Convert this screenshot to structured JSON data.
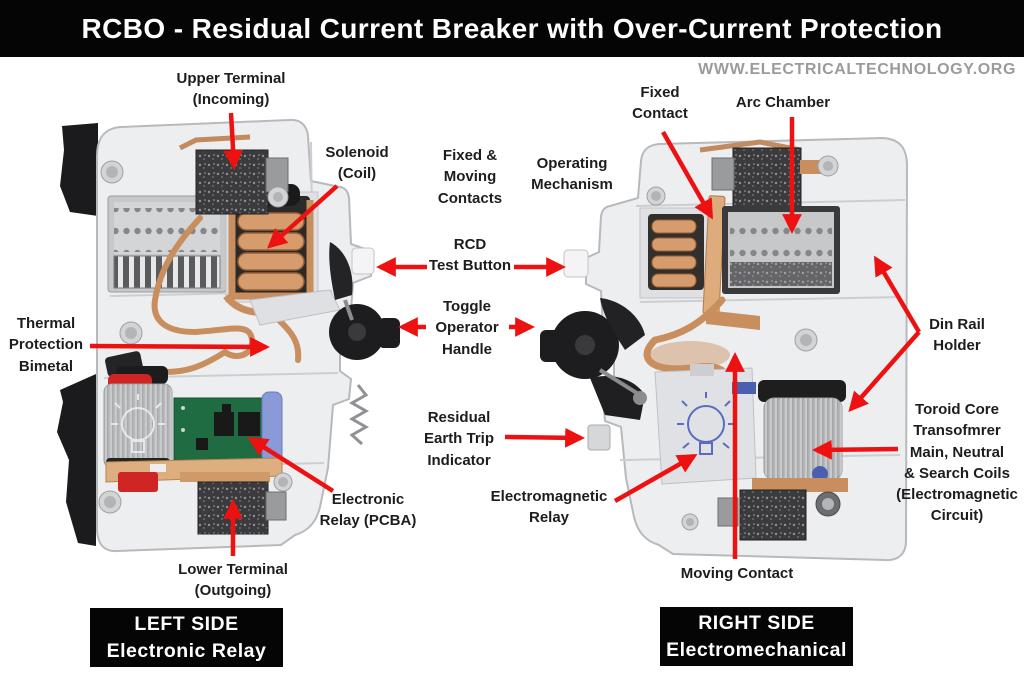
{
  "title": "RCBO - Residual Current Breaker with Over-Current Protection",
  "watermark": "WWW.ELECTRICALTECHNOLOGY.ORG",
  "callouts": {
    "upper_terminal": "Upper Terminal\n(Incoming)",
    "solenoid": "Solenoid\n(Coil)",
    "thermal": "Thermal\nProtection\nBimetal",
    "electronic_relay": "Electronic\nRelay (PCBA)",
    "lower_terminal": "Lower Terminal\n(Outgoing)",
    "fixed_moving": "Fixed &\nMoving\nContacts",
    "rcd_test": "RCD\nTest Button",
    "toggle": "Toggle\nOperator\nHandle",
    "residual": "Residual\nEarth Trip\nIndicator",
    "em_relay": "Electromagnetic\nRelay",
    "fixed_contact": "Fixed\nContact",
    "arc_chamber": "Arc Chamber",
    "operating": "Operating\nMechanism",
    "din_rail": "Din Rail\nHolder",
    "toroid": "Toroid Core\nTransofmrer\nMain, Neutral\n& Search Coils\n(Electromagnetic\nCircuit)",
    "moving_contact": "Moving Contact"
  },
  "panels": {
    "left": {
      "title": "LEFT  SIDE",
      "subtitle": "Electronic  Relay"
    },
    "right": {
      "title": "RIGHT SIDE",
      "subtitle": "Electromechanical"
    }
  },
  "colors": {
    "banner_bg": "#050505",
    "arrow_red": "#ee1111",
    "label_text": "#1d1d1d",
    "watermark_gray": "#9b9b9b",
    "body_plastic": "#edeef0",
    "copper": "#c98e5e",
    "pcb_green": "#1f6b42",
    "capacitor_blue": "#8a9ad8",
    "bulb_sketch_blue": "#5b6cc0"
  }
}
